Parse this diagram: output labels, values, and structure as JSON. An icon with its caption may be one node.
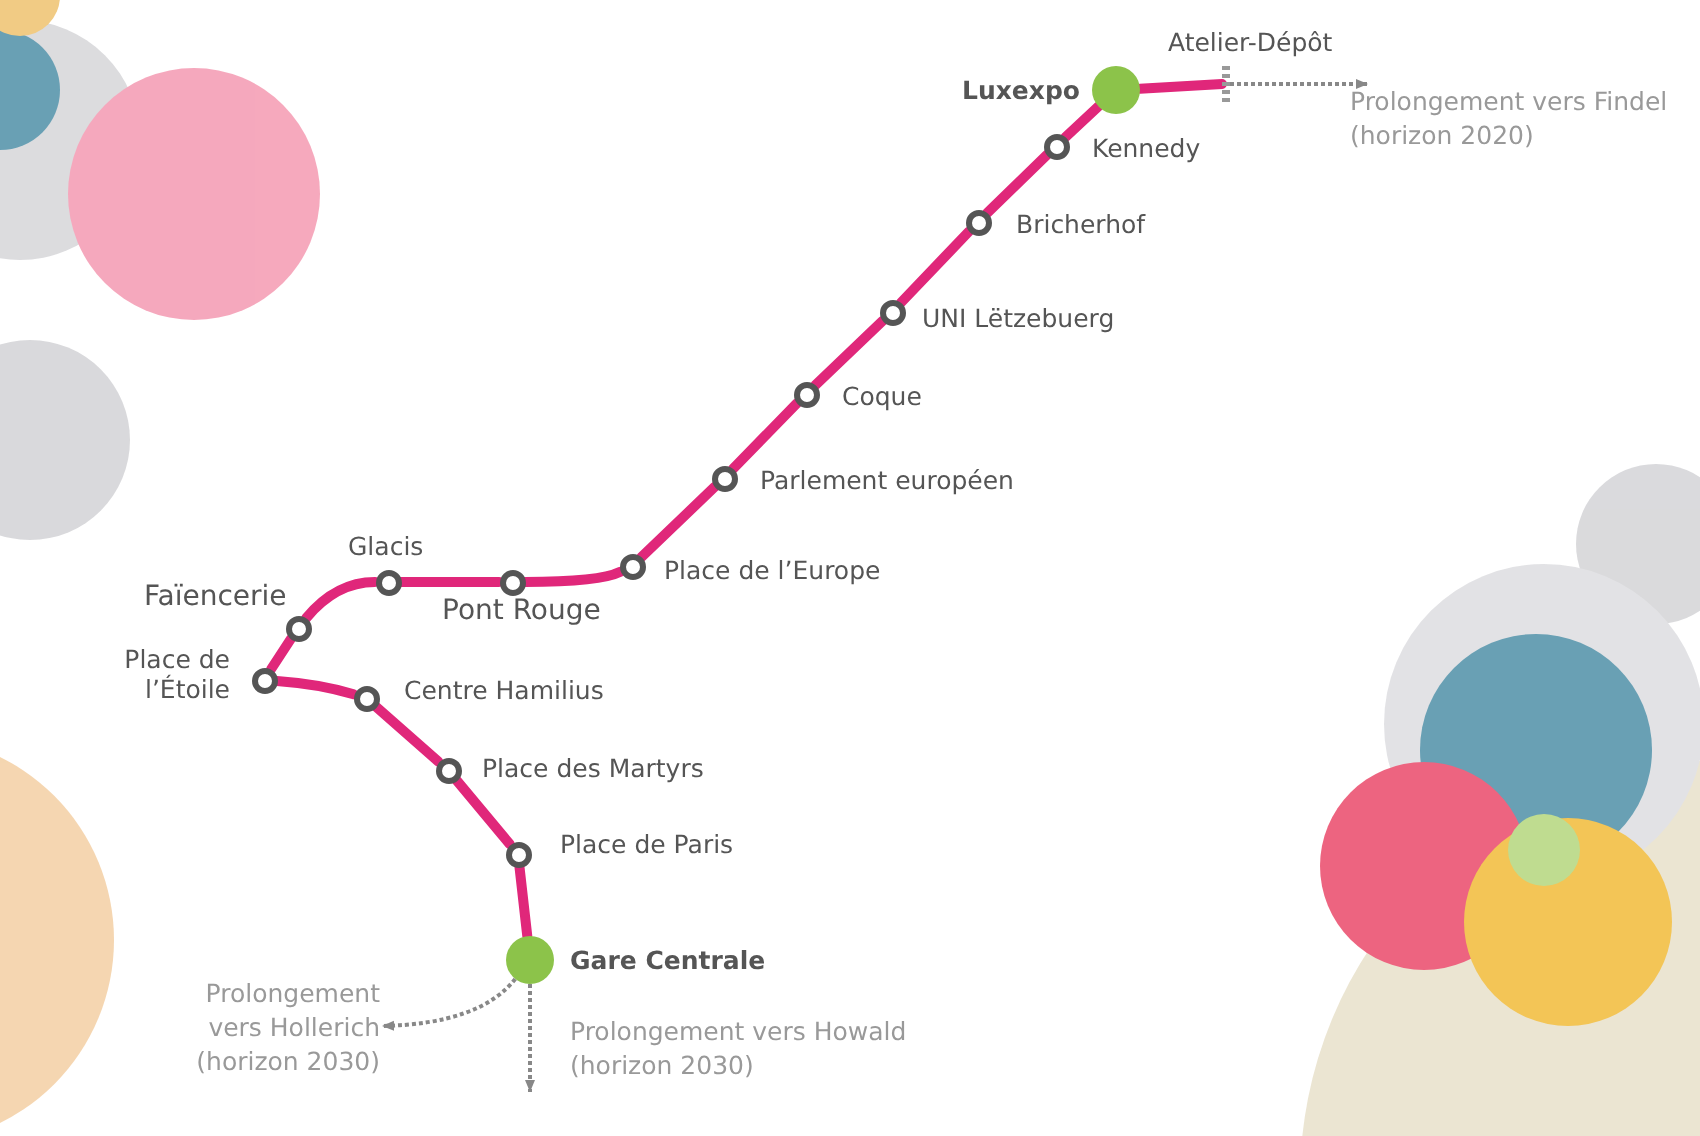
{
  "diagram": {
    "nodes": [
      {
        "text": [],
        "shape": "circle",
        "beside": [
          "Luxexpo"
        ]
      },
      {
        "text": [],
        "shape": "bar",
        "beside": [
          "Atelier-Dépôt"
        ]
      },
      {
        "text": [],
        "shape": "circle",
        "beside": [
          "Kennedy"
        ]
      },
      {
        "text": [],
        "shape": "circle",
        "beside": [
          "Bricherhof"
        ]
      },
      {
        "text": [],
        "shape": "circle",
        "beside": [
          "UNI Lëtzebuerg"
        ]
      },
      {
        "text": [],
        "shape": "circle",
        "beside": [
          "Coque"
        ]
      },
      {
        "text": [],
        "shape": "circle",
        "beside": [
          "Parlement européen"
        ]
      },
      {
        "text": [],
        "shape": "circle",
        "beside": [
          "Place de l’Europe"
        ]
      },
      {
        "text": [],
        "shape": "circle",
        "beside": [
          "Pont Rouge"
        ]
      },
      {
        "text": [],
        "shape": "circle",
        "beside": [
          "Glacis"
        ]
      },
      {
        "text": [],
        "shape": "circle",
        "beside": [
          "Faïencerie"
        ]
      },
      {
        "text": [],
        "shape": "circle",
        "beside": [
          "Place de l’Étoile"
        ]
      },
      {
        "text": [],
        "shape": "circle",
        "beside": [
          "Centre Hamilius"
        ]
      },
      {
        "text": [],
        "shape": "circle",
        "beside": [
          "Place des Martyrs"
        ]
      },
      {
        "text": [],
        "shape": "circle",
        "beside": [
          "Place de Paris"
        ]
      },
      {
        "text": [],
        "shape": "circle",
        "beside": [
          "Gare Centrale"
        ]
      },
      {
        "text": [
          "Prolongement vers Findel (horizon 2020)"
        ]
      },
      {
        "text": [
          "Prolongement vers Hollerich (horizon 2030)"
        ]
      }
    ],
    "edges": [
      {
        "from": 0,
        "to": 1,
        "arrow": "none"
      },
      {
        "from": 1,
        "to": 16,
        "arrow": "to",
        "style": "dashed",
        "color": "#888888"
      },
      {
        "from": 0,
        "to": 2,
        "arrow": "none"
      },
      {
        "from": 2,
        "to": 3,
        "arrow": "none"
      },
      {
        "from": 3,
        "to": 4,
        "arrow": "none"
      },
      {
        "from": 4,
        "to": 5,
        "arrow": "none"
      },
      {
        "from": 5,
        "to": 6,
        "arrow": "none"
      },
      {
        "from": 6,
        "to": 7,
        "arrow": "none"
      },
      {
        "from": 7,
        "to": 8,
        "arrow": "none"
      },
      {
        "from": 8,
        "to": 9,
        "arrow": "none"
      },
      {
        "from": 9,
        "to": 10,
        "arrow": "none"
      },
      {
        "from": 10,
        "to": 11,
        "arrow": "none"
      },
      {
        "from": 11,
        "to": 12,
        "arrow": "none"
      },
      {
        "from": 12,
        "to": 13,
        "arrow": "none"
      },
      {
        "from": 13,
        "to": 14,
        "arrow": "none"
      },
      {
        "from": 14,
        "to": 15,
        "arrow": "none"
      },
      {
        "from": 15,
        "to": 17,
        "arrow": "to",
        "style": "dashed",
        "color": "#888888"
      },
      {
        "from": 15,
        "to": null,
        "arrow": "to",
        "style": "dashed",
        "color": "#888888"
      }
    ],
    "labels": [
      "Prolongement vers Howald (horizon 2030)"
    ]
  }
}
